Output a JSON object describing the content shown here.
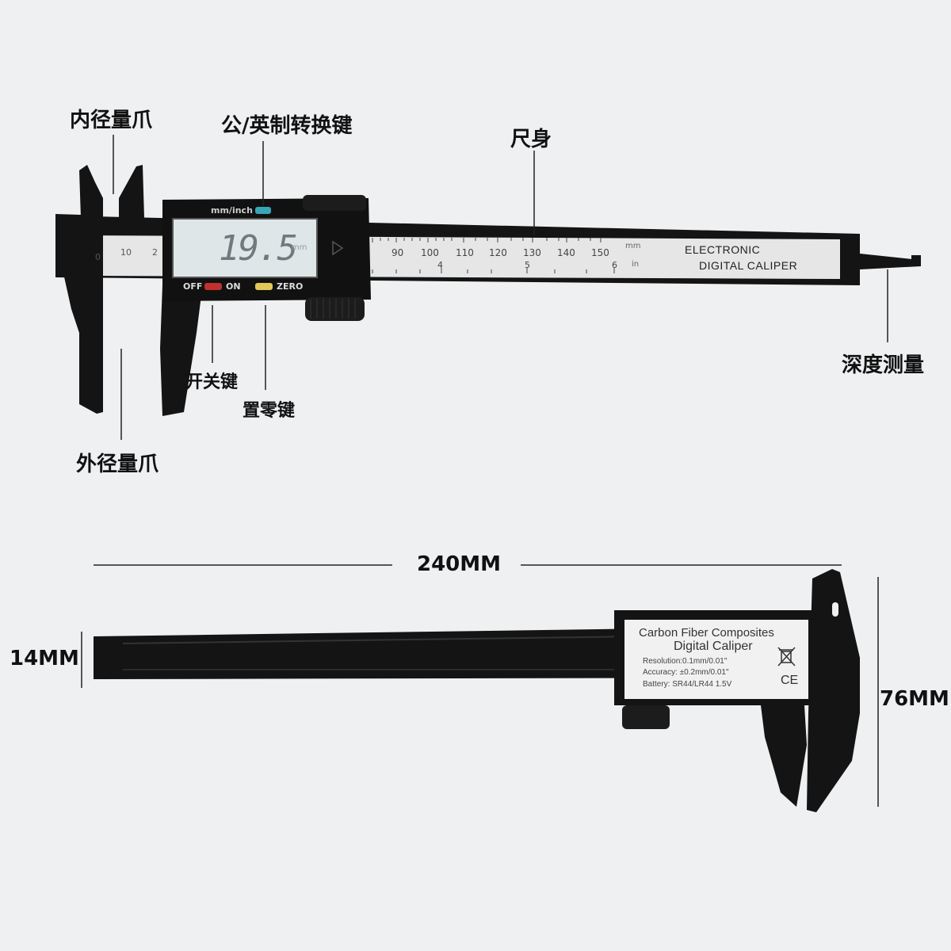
{
  "callouts": {
    "inner_jaw": "内径量爪",
    "unit_key": "公/英制转换键",
    "ruler_body": "尺身",
    "depth": "深度测量",
    "power_key": "开关键",
    "zero_key": "置零键",
    "outer_jaw": "外径量爪"
  },
  "display": {
    "mode_label": "mm/inch",
    "reading": "19.5",
    "unit": "mm",
    "off_label": "OFF",
    "on_label": "ON",
    "zero_label": "ZERO"
  },
  "scale": {
    "mm_ticks": [
      "90",
      "100",
      "110",
      "120",
      "130",
      "140",
      "150"
    ],
    "inch_ticks": [
      "4",
      "5",
      "6"
    ],
    "left_ticks": [
      "0",
      "10",
      "2"
    ],
    "mm_unit": "mm",
    "in_unit": "in",
    "brand_line1": "ELECTRONIC",
    "brand_line2": "DIGITAL CALIPER"
  },
  "back_label": {
    "line1": "Carbon Fiber Composites",
    "line2": "Digital Caliper",
    "resolution": "Resolution:0.1mm/0.01\"",
    "accuracy": "Accuracy: ±0.2mm/0.01\"",
    "battery": "Battery: SR44/LR44 1.5V",
    "ce_mark": "CE"
  },
  "dimensions": {
    "length": "240MM",
    "thickness": "14MM",
    "height": "76MM"
  },
  "colors": {
    "background": "#eef0f2",
    "caliper_body": "#141414",
    "scale_strip": "#e4e4e4",
    "power_button": "#c0302e",
    "zero_button": "#e2c85a",
    "unit_button": "#3aa5b5"
  }
}
